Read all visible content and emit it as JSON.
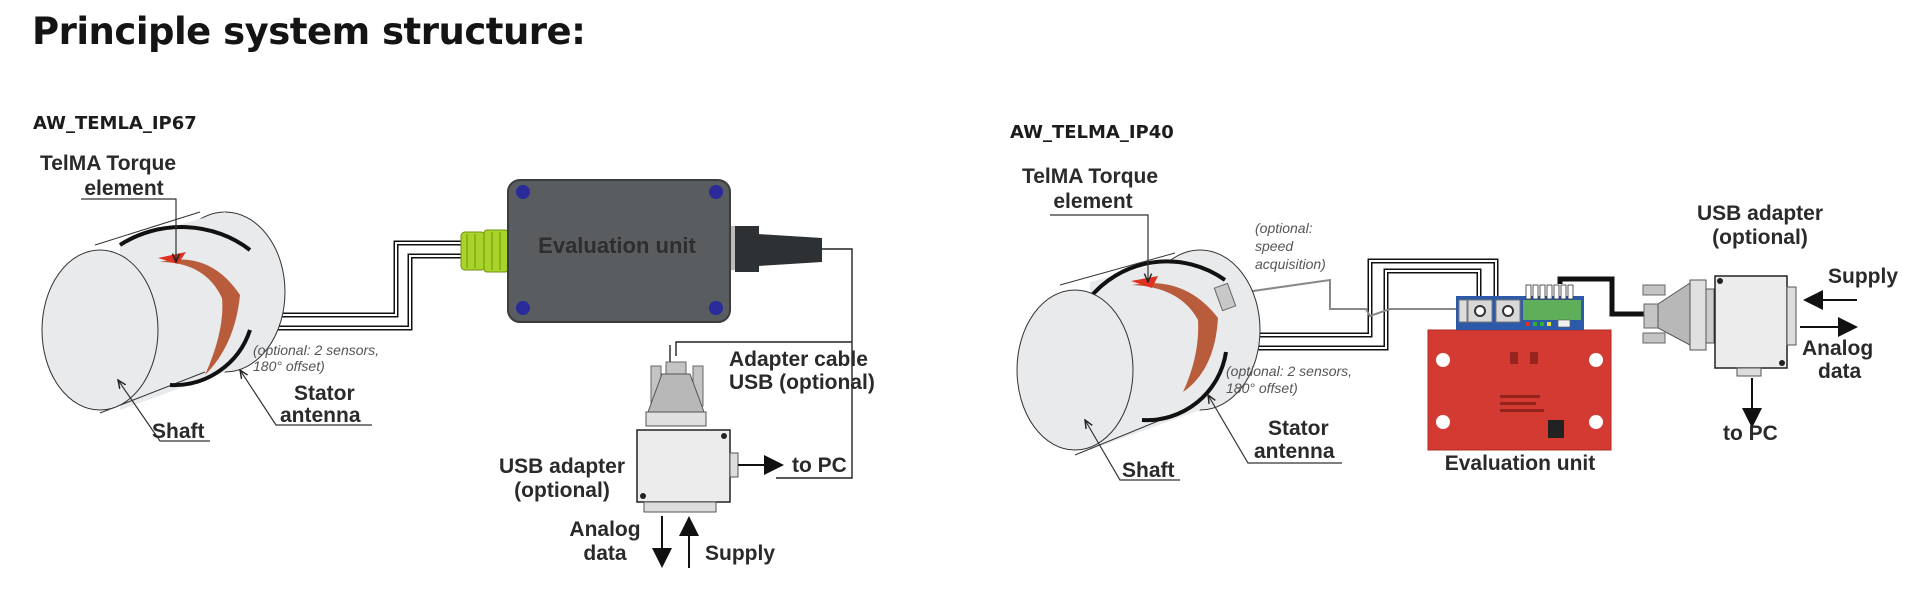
{
  "page": {
    "title": "Principle system structure:"
  },
  "diagrams": [
    {
      "variant": "AW_TEMLA_IP67",
      "labels": {
        "torque_element_line1": "TelMA Torque",
        "torque_element_line2": "element",
        "optional_sensors_line1": "(optional: 2 sensors,",
        "optional_sensors_line2": "180° offset)",
        "stator_line1": "Stator",
        "stator_line2": "antenna",
        "shaft": "Shaft",
        "evaluation_unit": "Evaluation unit",
        "adapter_cable_line1": "Adapter cable",
        "adapter_cable_line2": "USB (optional)",
        "usb_adapter_line1": "USB adapter",
        "usb_adapter_line2": "(optional)",
        "to_pc": "to PC",
        "analog_line1": "Analog",
        "analog_line2": "data",
        "supply": "Supply"
      }
    },
    {
      "variant": "AW_TELMA_IP40",
      "labels": {
        "torque_element_line1": "TelMA Torque",
        "torque_element_line2": "element",
        "speed_line1": "(optional:",
        "speed_line2": "speed",
        "speed_line3": "acquisition)",
        "optional_sensors_line1": "(optional: 2 sensors,",
        "optional_sensors_line2": "180° offset)",
        "stator_line1": "Stator",
        "stator_line2": "antenna",
        "shaft": "Shaft",
        "evaluation_unit": "Evaluation unit",
        "usb_adapter_line1": "USB adapter",
        "usb_adapter_line2": "(optional)",
        "supply": "Supply",
        "analog_line1": "Analog",
        "analog_line2": "data",
        "to_pc": "to PC"
      }
    }
  ],
  "colors": {
    "stator_band": "#b85c3c",
    "sensor_red": "#e03020",
    "eval_box_ip67": "#5a5d60",
    "connector_green": "#a8d42a",
    "screw_blue": "#2a2a9a",
    "eval_board_ip40": "#d23a32",
    "terminal_blue": "#2c5aa8",
    "terminal_green": "#5fae5a"
  }
}
